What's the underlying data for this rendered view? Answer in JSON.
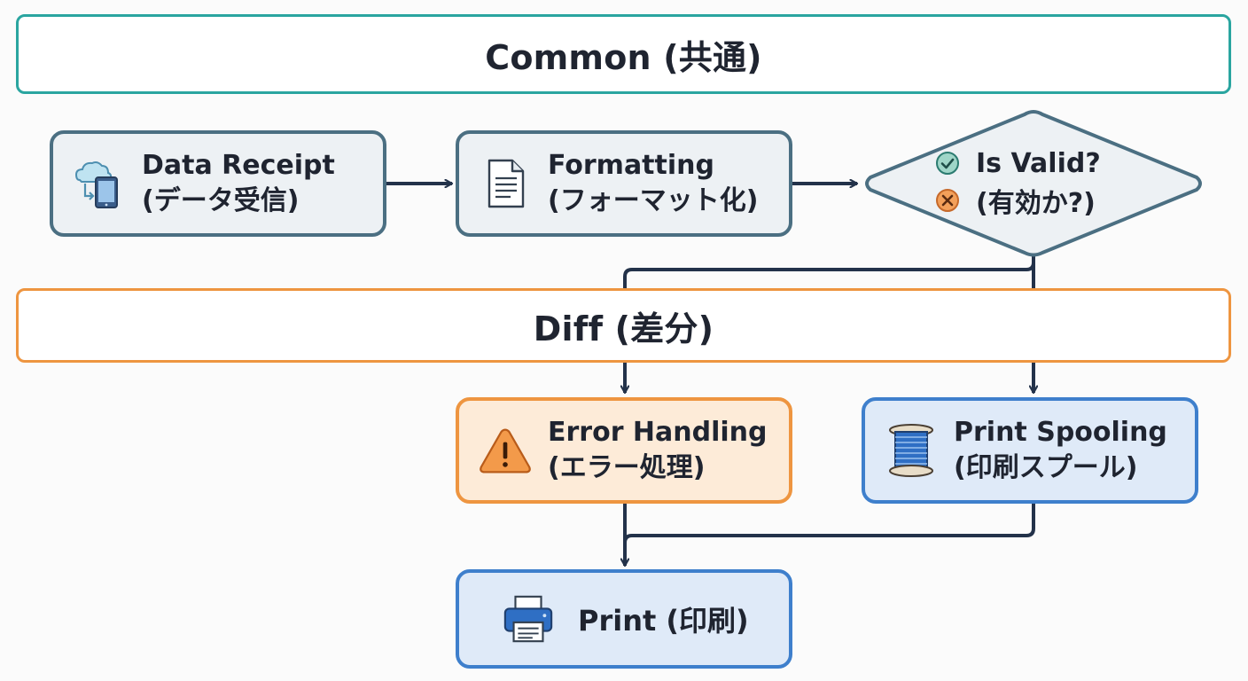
{
  "sections": {
    "common": "Common (共通)",
    "diff": "Diff (差分)"
  },
  "nodes": {
    "data_receipt": {
      "line1": "Data Receipt",
      "line2": "(データ受信)",
      "icon": "cloud-tablet-icon"
    },
    "formatting": {
      "line1": "Formatting",
      "line2": "(フォーマット化)",
      "icon": "document-icon"
    },
    "decision": {
      "line1": "Is Valid?",
      "line2": "(有効か?)",
      "icon_yes": "check-circle-icon",
      "icon_no": "x-circle-icon"
    },
    "error_handling": {
      "line1": "Error Handling",
      "line2": "(エラー処理)",
      "icon": "warning-icon"
    },
    "print_spooling": {
      "line1": "Print Spooling",
      "line2": "(印刷スプール)",
      "icon": "spool-icon"
    },
    "print": {
      "label": "Print (印刷)",
      "icon": "printer-icon"
    }
  },
  "colors": {
    "common_border": "#2aa5a0",
    "diff_border": "#ee9540",
    "gray_node_border": "#4b6f82",
    "gray_node_fill": "#edf1f4",
    "orange_node_fill": "#fdebd8",
    "blue_node_border": "#3e7fcc",
    "blue_node_fill": "#dfeaf8",
    "connector": "#23324a"
  }
}
